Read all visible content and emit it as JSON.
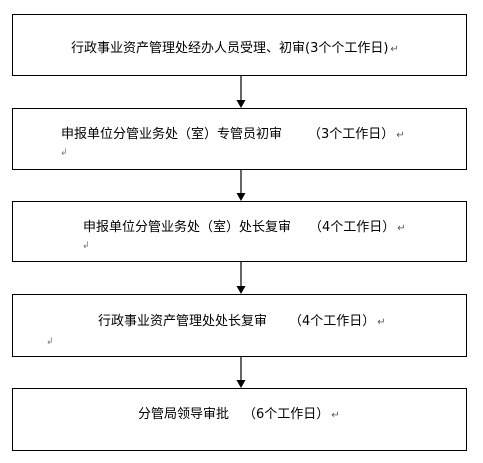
{
  "flowchart": {
    "steps": [
      {
        "text": "行政事业资产管理处经办人员受理、初审(3个个工作日)",
        "duration": ""
      },
      {
        "text": "申报单位分管业务处（室）专管员初审",
        "duration": "（3个工作日）"
      },
      {
        "text": "申报单位分管业务处（室）处长复审",
        "duration": "（4个工作日）"
      },
      {
        "text": "行政事业资产管理处处长复审",
        "duration": "（4个工作日）"
      },
      {
        "text": "分管局领导审批",
        "duration": "（6个工作日）"
      }
    ],
    "paragraph_mark": "↵",
    "stray_mark": "↲"
  }
}
